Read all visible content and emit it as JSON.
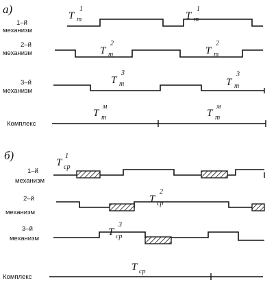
{
  "part_a": {
    "marker": "а)"
  },
  "part_b": {
    "marker": "б)"
  },
  "rows_a": [
    {
      "line1": "1–й",
      "line2": "механизм",
      "symbols": [
        {
          "main": "T",
          "sub": "т",
          "sup": "1"
        },
        {
          "main": "T",
          "sub": "т",
          "sup": "1"
        }
      ]
    },
    {
      "line1": "2–й",
      "line2": "механизм",
      "symbols": [
        {
          "main": "T",
          "sub": "т",
          "sup": "2"
        },
        {
          "main": "T",
          "sub": "т",
          "sup": "2"
        }
      ]
    },
    {
      "line1": "3–й",
      "line2": "механизм",
      "symbols": [
        {
          "main": "T",
          "sub": "т",
          "sup": "3"
        },
        {
          "main": "T",
          "sub": "т",
          "sup": "3"
        }
      ]
    },
    {
      "line1": "Комплекс",
      "line2": "",
      "symbols": [
        {
          "main": "T",
          "sub": "т",
          "sup": "м"
        },
        {
          "main": "T",
          "sub": "т",
          "sup": "м"
        }
      ]
    }
  ],
  "rows_b": [
    {
      "line1": "1–й",
      "line2": "механизм",
      "symbols": [
        {
          "main": "T",
          "sub": "ср",
          "sup": "1"
        }
      ]
    },
    {
      "line1": "2–й",
      "line2": "механизм",
      "symbols": [
        {
          "main": "T",
          "sub": "ср",
          "sup": "2"
        }
      ]
    },
    {
      "line1": "3–й",
      "line2": "механизм",
      "symbols": [
        {
          "main": "T",
          "sub": "ср",
          "sup": "3"
        }
      ]
    },
    {
      "line1": "Комплекс",
      "line2": "",
      "symbols": [
        {
          "main": "T",
          "sub": "ср",
          "sup": ""
        }
      ]
    }
  ]
}
